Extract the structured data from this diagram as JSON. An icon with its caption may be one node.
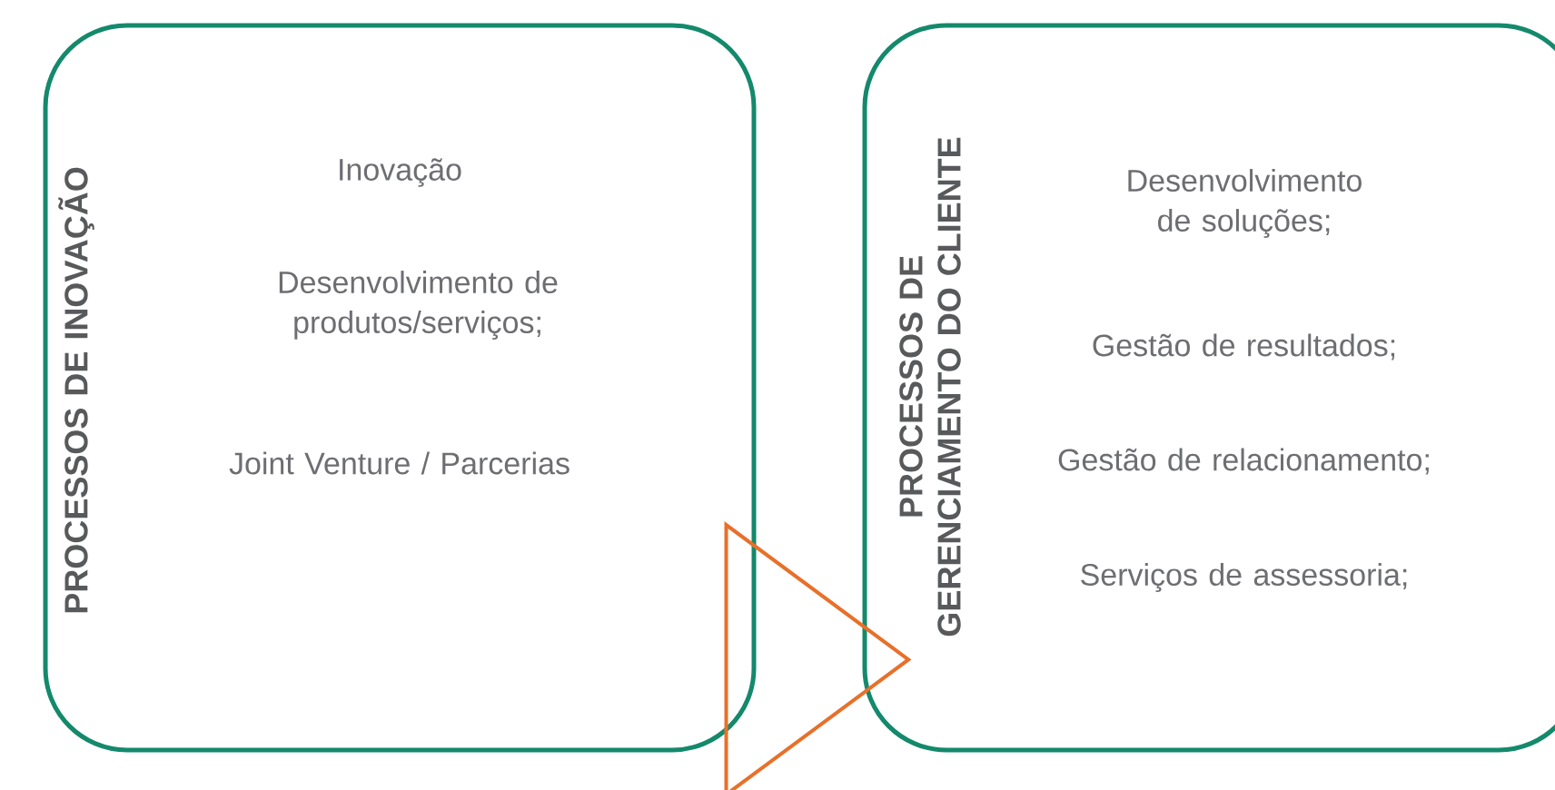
{
  "diagram": {
    "nodes": [
      {
        "text": [
          "PROCESSOS DE INOVAÇÃO",
          "Inovação",
          "Desenvolvimento de produtos/serviços;",
          "Joint Venture / Parcerias"
        ]
      },
      {
        "text": [
          "PROCESSOS DE GERENCIAMENTO DO CLIENTE",
          "Desenvolvimento de soluções;",
          "Gestão de resultados;",
          "Gestão de relacionamento;",
          "Serviços de assessoria;"
        ]
      }
    ],
    "edges": [
      {
        "from": 0,
        "to": 1,
        "arrow": "to"
      }
    ]
  }
}
